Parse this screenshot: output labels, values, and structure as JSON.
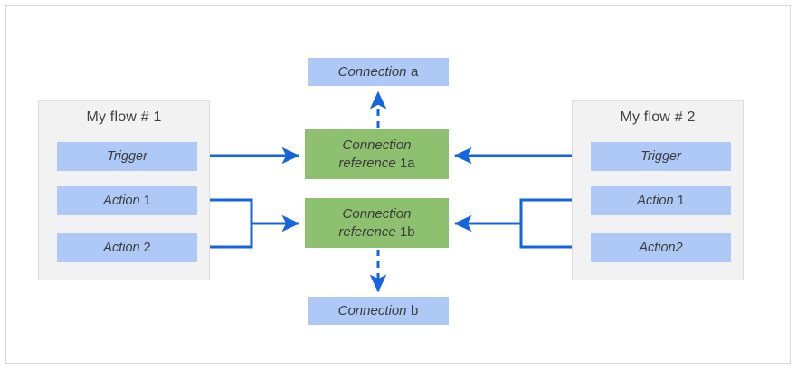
{
  "diagram": {
    "title_hidden": "",
    "colors": {
      "step_blue": "#aec9f5",
      "connection_blue": "#aec9f5",
      "connection_reference_green": "#8dc06f",
      "panel_gray": "#f2f2f2",
      "arrow_blue": "#1565e0",
      "frame_gray": "#d8d8d8",
      "text_gray": "#3b3b3b"
    },
    "flows": [
      {
        "id": "flow-1",
        "title": "My flow # 1",
        "steps": [
          {
            "id": "trigger",
            "label_italic": "Trigger",
            "label_plain": ""
          },
          {
            "id": "action-1",
            "label_italic": "Action",
            "label_plain": "1"
          },
          {
            "id": "action-2",
            "label_italic": "Action",
            "label_plain": "2"
          }
        ]
      },
      {
        "id": "flow-2",
        "title": "My flow # 2",
        "steps": [
          {
            "id": "trigger",
            "label_italic": "Trigger",
            "label_plain": ""
          },
          {
            "id": "action-1",
            "label_italic": "Action",
            "label_plain": "1"
          },
          {
            "id": "action-2",
            "label_italic": "Action2",
            "label_plain": ""
          }
        ]
      }
    ],
    "connections": [
      {
        "id": "connection-a",
        "label_italic": "Connection",
        "label_plain": "a"
      },
      {
        "id": "connection-b",
        "label_italic": "Connection",
        "label_plain": "b"
      }
    ],
    "connection_references": [
      {
        "id": "cref-1a",
        "label_italic_line1": "Connection",
        "label_italic_line2": "reference",
        "label_plain": "1a"
      },
      {
        "id": "cref-1b",
        "label_italic_line1": "Connection",
        "label_italic_line2": "reference",
        "label_plain": "1b"
      }
    ],
    "edges": [
      {
        "id": "flow1-trigger-to-cref1a",
        "style": "solid",
        "direction": "right"
      },
      {
        "id": "flow1-actions-to-cref1b",
        "style": "solid",
        "direction": "right"
      },
      {
        "id": "flow2-trigger-to-cref1a",
        "style": "solid",
        "direction": "left"
      },
      {
        "id": "flow2-actions-to-cref1b",
        "style": "solid",
        "direction": "left"
      },
      {
        "id": "cref1a-to-connection-a",
        "style": "dashed",
        "direction": "up"
      },
      {
        "id": "cref1b-to-connection-b",
        "style": "dashed",
        "direction": "down"
      }
    ]
  }
}
